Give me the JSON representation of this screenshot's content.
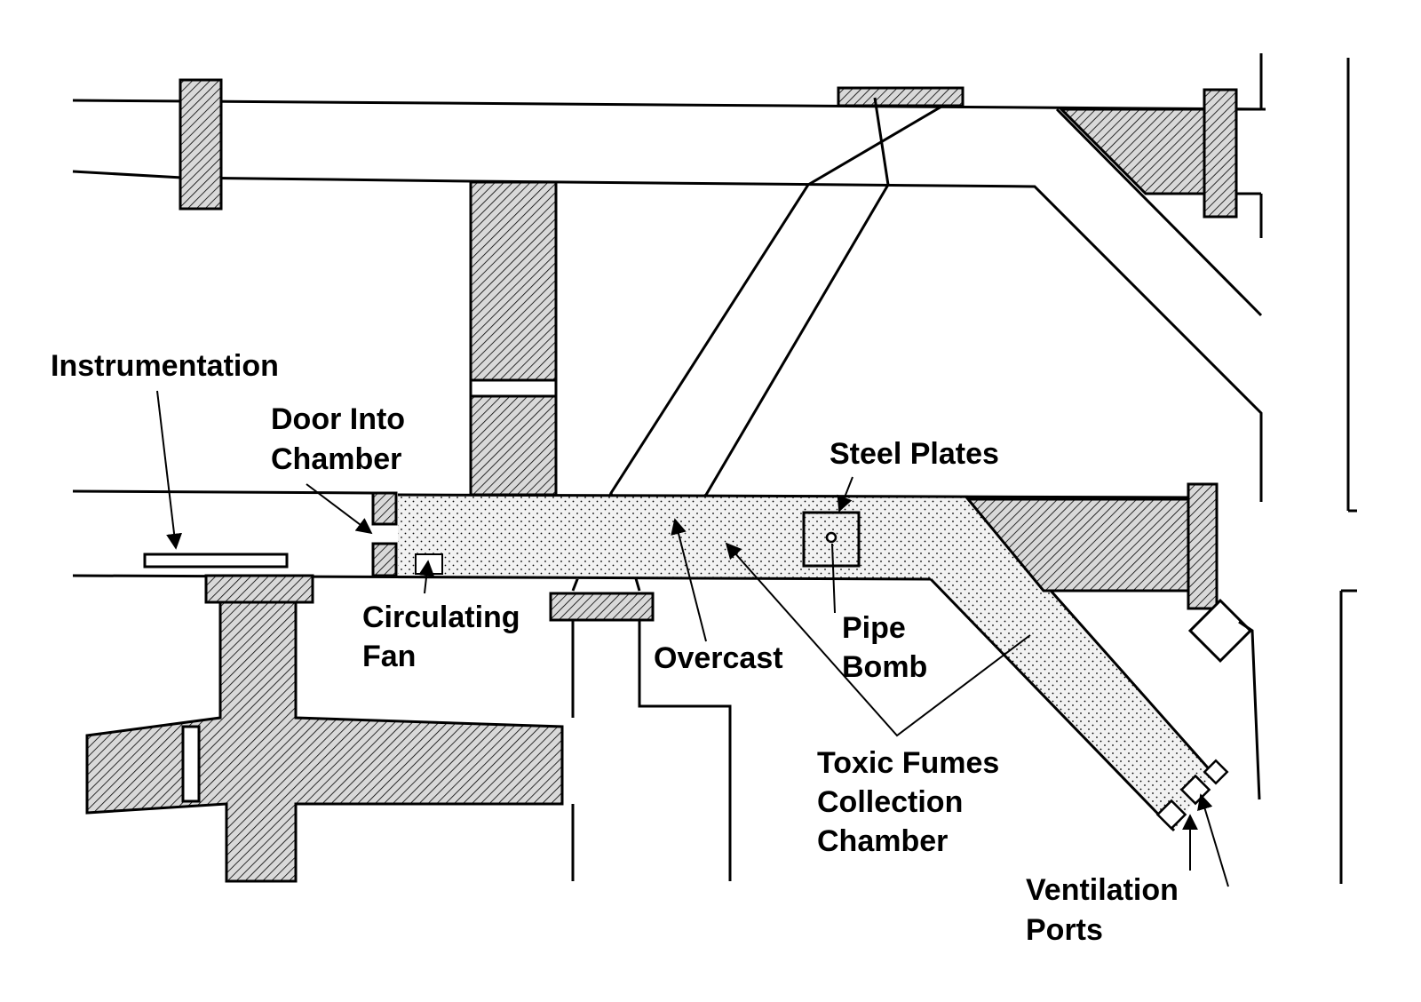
{
  "diagram": {
    "labels": {
      "instrumentation": "Instrumentation",
      "door_line1": "Door Into",
      "door_line2": "Chamber",
      "fan_line1": "Circulating",
      "fan_line2": "Fan",
      "overcast": "Overcast",
      "steel_plates": "Steel Plates",
      "pipe_line1": "Pipe",
      "pipe_line2": "Bomb",
      "toxic_line1": "Toxic Fumes",
      "toxic_line2": "Collection",
      "toxic_line3": "Chamber",
      "vent_line1": "Ventilation",
      "vent_line2": "Ports"
    },
    "colors": {
      "line": "#000000",
      "background": "#ffffff",
      "hatch_fill": "#d9d9d9",
      "dot_fill": "#f2f2f2"
    }
  }
}
